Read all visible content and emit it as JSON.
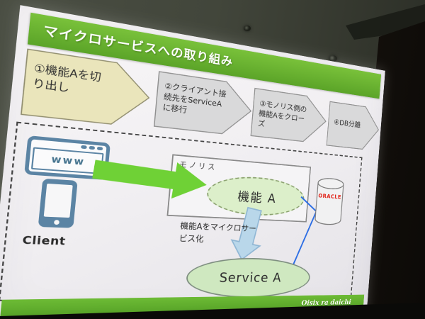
{
  "slide": {
    "title": "マイクロサービスへの取り組み",
    "steps": [
      {
        "label": "①機能Aを切り出し"
      },
      {
        "label": "②クライアント接続先をServiceAに移行"
      },
      {
        "label": "③モノリス側の機能Aをクローズ"
      },
      {
        "label": "④DB分離"
      }
    ],
    "diagram": {
      "client_label": "Client",
      "browser_text": "www",
      "monolith_label": "モノリス",
      "function_label": "機能 A",
      "db_label": "ORACLE",
      "transition_label": "機能Aをマイクロサービス化",
      "service_label": "Service A"
    },
    "footer": {
      "logo_text": "Oisix ra daichi"
    },
    "colors": {
      "banner_green": "#64ae2f",
      "footer_green": "#5fae2c",
      "step1_fill": "#eae5bb",
      "step_gray_fill": "#d9d9da",
      "flow_arrow_green": "#6fd136",
      "function_ellipse_fill": "#dcefca",
      "service_ellipse_fill": "#cfe8c0",
      "down_arrow_fill": "#b9d7ea",
      "connector_blue": "#2b6de4",
      "oracle_red": "#e1251b",
      "client_icon_blue": "#5b84a4"
    }
  }
}
